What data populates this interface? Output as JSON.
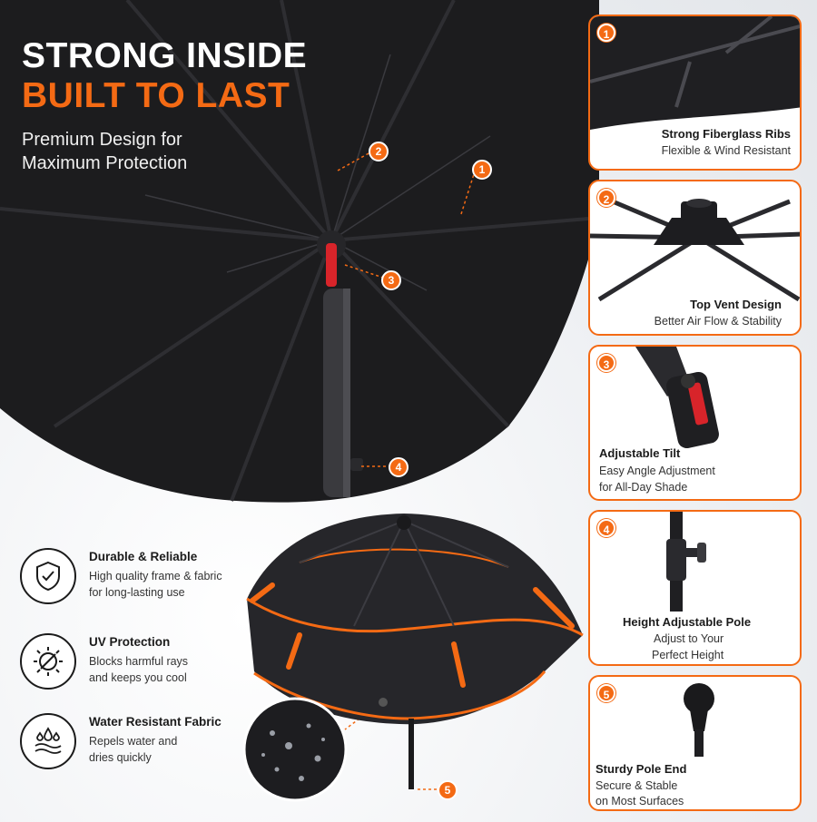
{
  "headline": {
    "line1": "STRONG INSIDE",
    "line2": "BUILT TO LAST",
    "sub1": "Premium Design for",
    "sub2": "Maximum Protection"
  },
  "accent_color": "#f46a14",
  "callouts": [
    "1",
    "2",
    "3",
    "4",
    "5"
  ],
  "features": [
    {
      "icon": "shield-check-icon",
      "title": "Durable & Reliable",
      "lines": [
        "High quality frame & fabric",
        "for long-lasting use"
      ]
    },
    {
      "icon": "uv-sun-icon",
      "title": "UV Protection",
      "lines": [
        "Blocks harmful rays",
        "and keeps you cool"
      ]
    },
    {
      "icon": "water-drops-icon",
      "title": "Water Resistant Fabric",
      "lines": [
        "Repels water and",
        "dries quickly"
      ]
    }
  ],
  "cards": [
    {
      "num": "1",
      "title": "Strong Fiberglass Ribs",
      "lines": [
        "Flexible & Wind Resistant"
      ]
    },
    {
      "num": "2",
      "title": "Top Vent Design",
      "lines": [
        "Better Air Flow & Stability"
      ]
    },
    {
      "num": "3",
      "title": "Adjustable Tilt",
      "lines": [
        "Easy Angle Adjustment",
        "for All-Day Shade"
      ]
    },
    {
      "num": "4",
      "title": "Height Adjustable Pole",
      "lines": [
        "Adjust to Your",
        "Perfect Height"
      ]
    },
    {
      "num": "5",
      "title": "Sturdy Pole End",
      "lines": [
        "Secure & Stable",
        "on Most Surfaces"
      ]
    }
  ]
}
